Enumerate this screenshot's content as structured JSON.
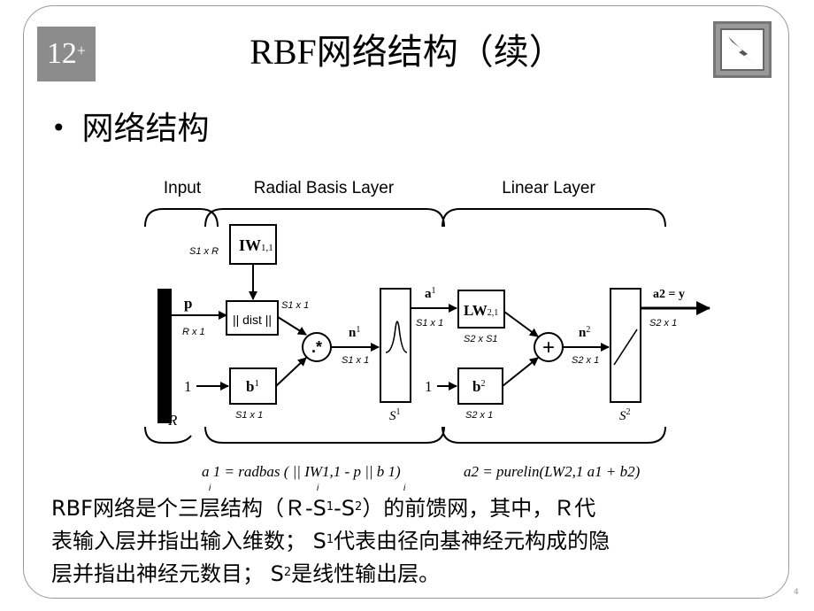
{
  "slide": {
    "number": "12",
    "number_sup": "+",
    "title": "RBF网络结构（续）",
    "bullet": "网络结构",
    "page_index": "4"
  },
  "diagram": {
    "headers": {
      "input": "Input",
      "radial": "Radial Basis Layer",
      "linear": "Linear Layer"
    },
    "input": {
      "vector": "p",
      "dim": "R x 1",
      "size": "R"
    },
    "iw": {
      "label": "IW",
      "sub": "1,1",
      "dim": "S1 x R"
    },
    "dist": {
      "label": "|| dist ||",
      "dim": "S1 x 1"
    },
    "bias1": {
      "input": "1",
      "label": "b",
      "sup": "1",
      "dim": "S1 x 1"
    },
    "mult": {
      "label": ".*"
    },
    "n1": {
      "label": "n",
      "sup": "1",
      "dim": "S1 x 1"
    },
    "radbas": {
      "size_label": "S",
      "size_sup": "1"
    },
    "a1": {
      "label": "a",
      "sup": "1",
      "dim": "S1 x 1"
    },
    "lw": {
      "label": "LW",
      "sub": "2,1",
      "dim": "S2 x S1"
    },
    "bias2": {
      "input": "1",
      "label": "b",
      "sup": "2",
      "dim": "S2 x 1"
    },
    "sum": {
      "label": "+"
    },
    "n2": {
      "label": "n",
      "sup": "2",
      "dim": "S2 x 1"
    },
    "purelin": {
      "size_label": "S",
      "size_sup": "2"
    },
    "output": {
      "label": "a2 = y",
      "dim": "S2 x 1"
    },
    "eq1": "a 1 = radbas ( || IW1,1 - p || b 1)",
    "eq2": "a2 = purelin(LW2,1 a1 + b2)",
    "eq_marks": "i"
  },
  "description": {
    "line1_a": "RBF网络是个三层结构（Ｒ-S",
    "s1": "1",
    "line1_b": "-S",
    "s2": "2",
    "line1_c": "）的前馈网，其中，Ｒ代",
    "line2_a": "表输入层并指出输入维数； S",
    "line2_s": "1",
    "line2_b": "代表由径向基神经元构成的隐",
    "line3_a": "层并指出神经元数目； S",
    "line3_s": "2",
    "line3_b": "是线性输出层。"
  },
  "colors": {
    "badge": "#8c8c8c",
    "frame": "#9a9a9a",
    "ink": "#000000"
  },
  "icons": {
    "logo": "lightning-logo-icon"
  }
}
